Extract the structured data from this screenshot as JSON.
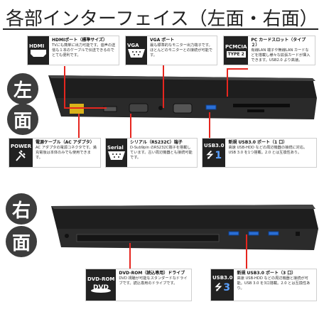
{
  "title": "各部インターフェイス（左面・右面）",
  "left_label": "左面",
  "right_label": "右面",
  "top_callouts": [
    {
      "id": "hdmi",
      "badge": "HDMI",
      "heading": "HDMIポート（標準サイズ）",
      "text": "TVにも簡単に出力可能です。音声の送信も１本のケーブルで伝送できるのでとても便利です。"
    },
    {
      "id": "vga",
      "badge": "VGA",
      "heading": "VGA ポート",
      "text": "最も標準的なモニター出力端子です。ほとんどのモニターとの接続が可能です。"
    },
    {
      "id": "pcmcia",
      "badge": "PCMCIA",
      "sub": "TYPE 2",
      "heading": "PC カードスロット（タイプ２）",
      "text": "有線LAN 端子や無線LAN カードなどを搭載し様々な拡張カードが挿入できます。USB2.0 より高速。"
    }
  ],
  "bottom_callouts": [
    {
      "id": "power",
      "badge": "POWER",
      "heading": "電源ケーブル（AC アダプタ）",
      "text": "AC アダプタの電源コネクタです。満充電後は本体のみでも使用できます。"
    },
    {
      "id": "serial",
      "badge": "Serial",
      "heading": "シリアル（RS232C）端子",
      "text": "D-Sub9pin のRS232C端子を搭載しています。古い周辺機器とも接続可能です。"
    },
    {
      "id": "usb1",
      "badge": "USB3.0",
      "count": "1",
      "heading": "新規 USB3.0 ポート（1 口）",
      "text": "高速 USB-HDD などの周辺機器の接続に対応。USB 3.0 を1つ搭載。2.0 とは互換性あり。"
    }
  ],
  "right_callouts": [
    {
      "id": "dvd",
      "badge": "DVD-ROM",
      "heading": "DVD-ROM（読込専用）ドライブ",
      "text": "DVD 視聴が可能なスタンダードなドライブです。読込専用のドライブです。"
    },
    {
      "id": "usb3",
      "badge": "USB3.0",
      "count": "3",
      "heading": "新規 USB3.0 ポート（3 口）",
      "text": "高速 USB-HDD などの周辺機器と接続が可能。USB 3.0 を3口搭載。2.0 とは互換性あり。"
    }
  ],
  "colors": {
    "accent": "#e6261f",
    "badge": "#222222",
    "usb": "#2a6fd6"
  }
}
